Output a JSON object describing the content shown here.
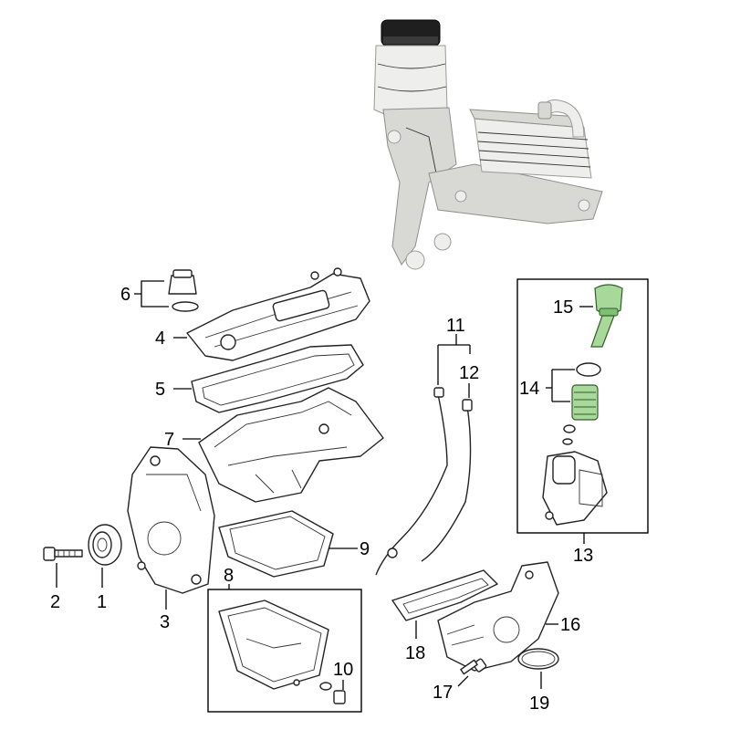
{
  "callouts": {
    "c1": "1",
    "c2": "2",
    "c3": "3",
    "c4": "4",
    "c5": "5",
    "c6": "6",
    "c7": "7",
    "c8": "8",
    "c9": "9",
    "c10": "10",
    "c11": "11",
    "c12": "12",
    "c13": "13",
    "c14": "14",
    "c15": "15",
    "c16": "16",
    "c17": "17",
    "c18": "18",
    "c19": "19"
  },
  "colors": {
    "highlight_parts": "#a9d99a",
    "line_art": "#222222",
    "background": "#ffffff"
  }
}
